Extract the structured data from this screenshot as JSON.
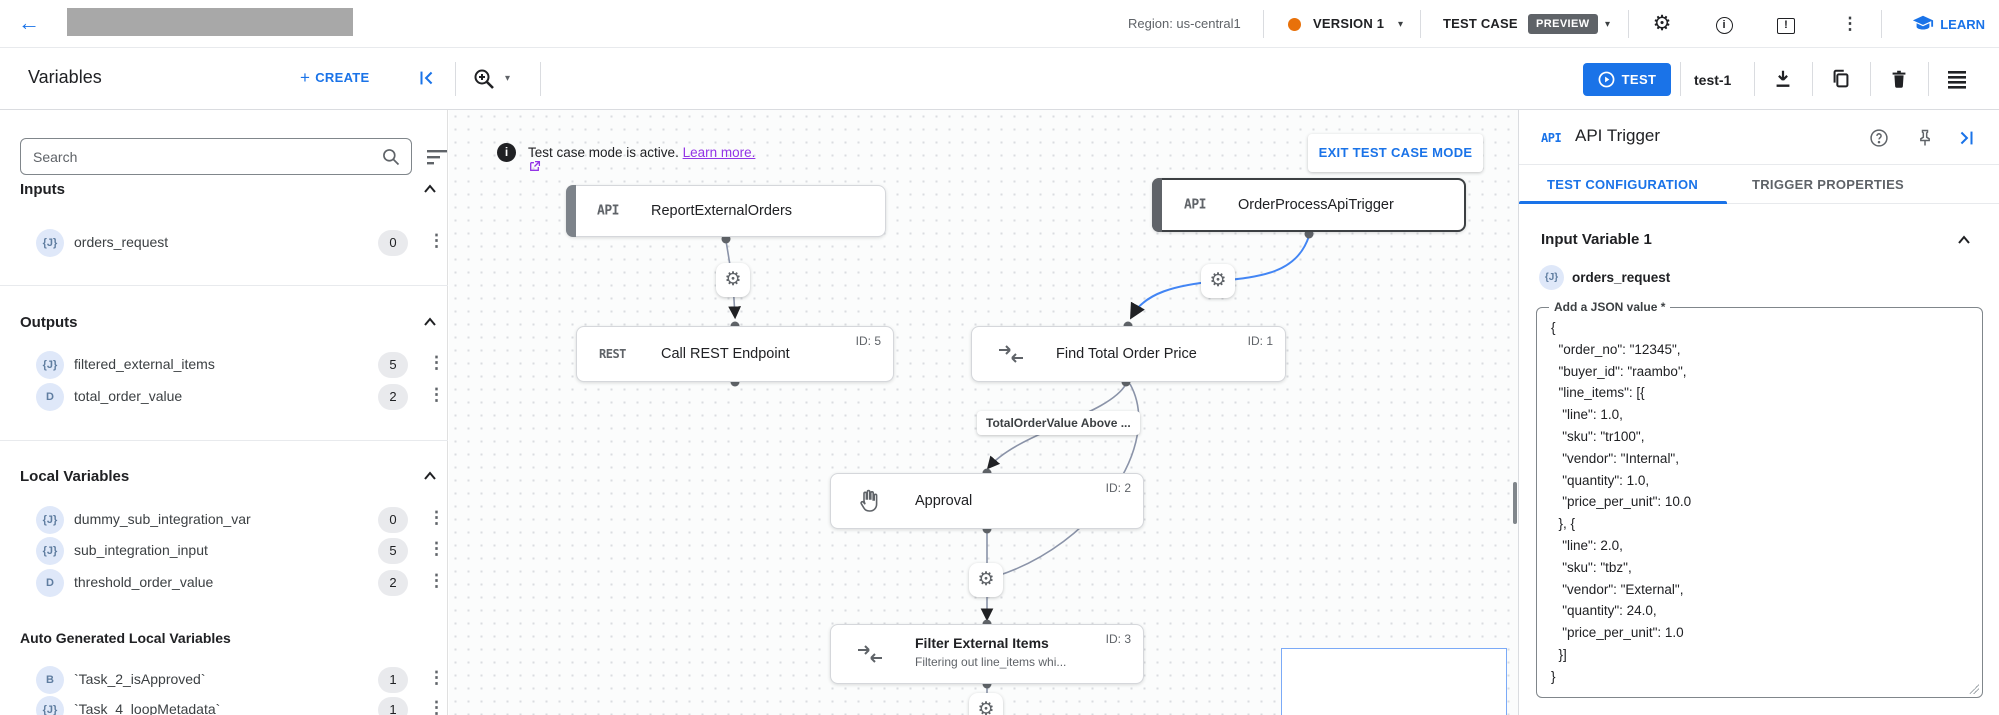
{
  "colors": {
    "accent": "#1a73e8",
    "version_dot": "#e8710a",
    "preview_badge": "#5f6368",
    "edge_default": "#8a93a8",
    "edge_active": "#4285f4",
    "link_purple": "#9334e6"
  },
  "header": {
    "region": "Region: us-central1",
    "version": "VERSION 1",
    "test_case": "TEST CASE",
    "preview": "PREVIEW",
    "learn": "LEARN"
  },
  "toolbar": {
    "title": "Variables",
    "create": "CREATE",
    "test": "TEST",
    "test_name": "test-1"
  },
  "sidebar": {
    "search_placeholder": "Search",
    "inputs_title": "Inputs",
    "outputs_title": "Outputs",
    "local_title": "Local Variables",
    "auto_title": "Auto Generated Local Variables",
    "rows": [
      {
        "icon": "{J}",
        "label": "orders_request",
        "count": "0"
      },
      {
        "icon": "{J}",
        "label": "filtered_external_items",
        "count": "5"
      },
      {
        "icon": "D",
        "label": "total_order_value",
        "count": "2"
      },
      {
        "icon": "{J}",
        "label": "dummy_sub_integration_var",
        "count": "0"
      },
      {
        "icon": "{J}",
        "label": "sub_integration_input",
        "count": "5"
      },
      {
        "icon": "D",
        "label": "threshold_order_value",
        "count": "2"
      },
      {
        "icon": "B",
        "label": "`Task_2_isApproved`",
        "count": "1"
      },
      {
        "icon": "{J}",
        "label": "`Task_4_loopMetadata`",
        "count": "1"
      }
    ]
  },
  "canvas": {
    "banner": {
      "info": "i",
      "text": "Test case mode is active.",
      "link": "Learn more.",
      "exit_button": "EXIT TEST CASE MODE"
    },
    "nodes": {
      "report": {
        "type": "API",
        "title": "ReportExternalOrders"
      },
      "order_trigger": {
        "type": "API",
        "title": "OrderProcessApiTrigger"
      },
      "rest": {
        "type": "REST",
        "title": "Call REST Endpoint",
        "id": "ID: 5"
      },
      "find_total": {
        "title": "Find Total Order Price",
        "id": "ID: 1"
      },
      "approval": {
        "title": "Approval",
        "id": "ID: 2"
      },
      "filter": {
        "title": "Filter External Items",
        "subtitle": "Filtering out line_items whi...",
        "id": "ID: 3"
      }
    },
    "edge_label": "TotalOrderValue Above ..."
  },
  "panel": {
    "icon_label": "API",
    "title": "API Trigger",
    "tab1": "TEST CONFIGURATION",
    "tab2": "TRIGGER PROPERTIES",
    "section": "Input Variable 1",
    "var_icon": "{J}",
    "var_name": "orders_request",
    "field_label": "Add a JSON value *",
    "json": "{\n  \"order_no\": \"12345\",\n  \"buyer_id\": \"raambo\",\n  \"line_items\": [{\n   \"line\": 1.0,\n   \"sku\": \"tr100\",\n   \"vendor\": \"Internal\",\n   \"quantity\": 1.0,\n   \"price_per_unit\": 10.0\n  }, {\n   \"line\": 2.0,\n   \"sku\": \"tbz\",\n   \"vendor\": \"External\",\n   \"quantity\": 24.0,\n   \"price_per_unit\": 1.0\n  }]\n}"
  }
}
